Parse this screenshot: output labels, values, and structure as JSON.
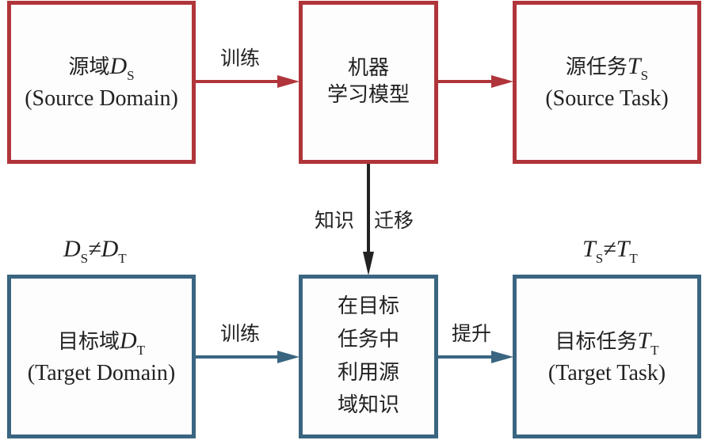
{
  "colors": {
    "source": "#b0353b",
    "target": "#3a6580",
    "transfer": "#222222"
  },
  "source_domain": {
    "cn": "源域",
    "var": "D",
    "sub": "S",
    "en": "(Source Domain)"
  },
  "ml_model": {
    "line1": "机器",
    "line2": "学习模型"
  },
  "source_task": {
    "cn": "源任务",
    "var": "T",
    "sub": "S",
    "en": "(Source Task)"
  },
  "target_domain": {
    "cn": "目标域",
    "var": "D",
    "sub": "T",
    "en": "(Target Domain)"
  },
  "apply_knowledge": {
    "line1": "在目标",
    "line2": "任务中",
    "line3": "利用源",
    "line4": "域知识"
  },
  "target_task": {
    "cn": "目标任务",
    "var": "T",
    "sub": "T",
    "en": "(Target Task)"
  },
  "edges": {
    "train_source": "训练",
    "transfer_part1": "知识",
    "transfer_part2": "迁移",
    "train_target": "训练",
    "improve": "提升"
  },
  "inequalities": {
    "domain": {
      "a": "D",
      "a_sub": "S",
      "op": "≠",
      "b": "D",
      "b_sub": "T"
    },
    "task": {
      "a": "T",
      "a_sub": "S",
      "op": "≠",
      "b": "T",
      "b_sub": "T"
    }
  }
}
